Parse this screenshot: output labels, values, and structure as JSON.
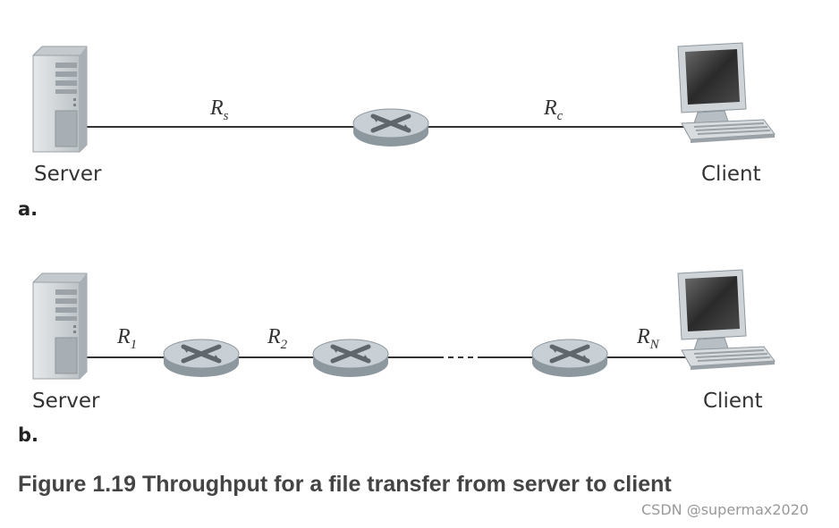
{
  "panel_a": {
    "part_label": "a.",
    "server_label": "Server",
    "client_label": "Client",
    "link_server": {
      "base": "R",
      "sub": "s"
    },
    "link_client": {
      "base": "R",
      "sub": "c"
    }
  },
  "panel_b": {
    "part_label": "b.",
    "server_label": "Server",
    "client_label": "Client",
    "link_1": {
      "base": "R",
      "sub": "1"
    },
    "link_2": {
      "base": "R",
      "sub": "2"
    },
    "link_n": {
      "base": "R",
      "sub": "N"
    }
  },
  "caption": "Figure 1.19 Throughput for a file transfer from server to client",
  "watermark": "CSDN @supermax2020",
  "colors": {
    "link_line": "#333333",
    "router_top": "#c5ccd1",
    "router_side": "#8d979e",
    "server_body": "#d5d9dc",
    "monitor_screen": "#3a3a3a"
  }
}
